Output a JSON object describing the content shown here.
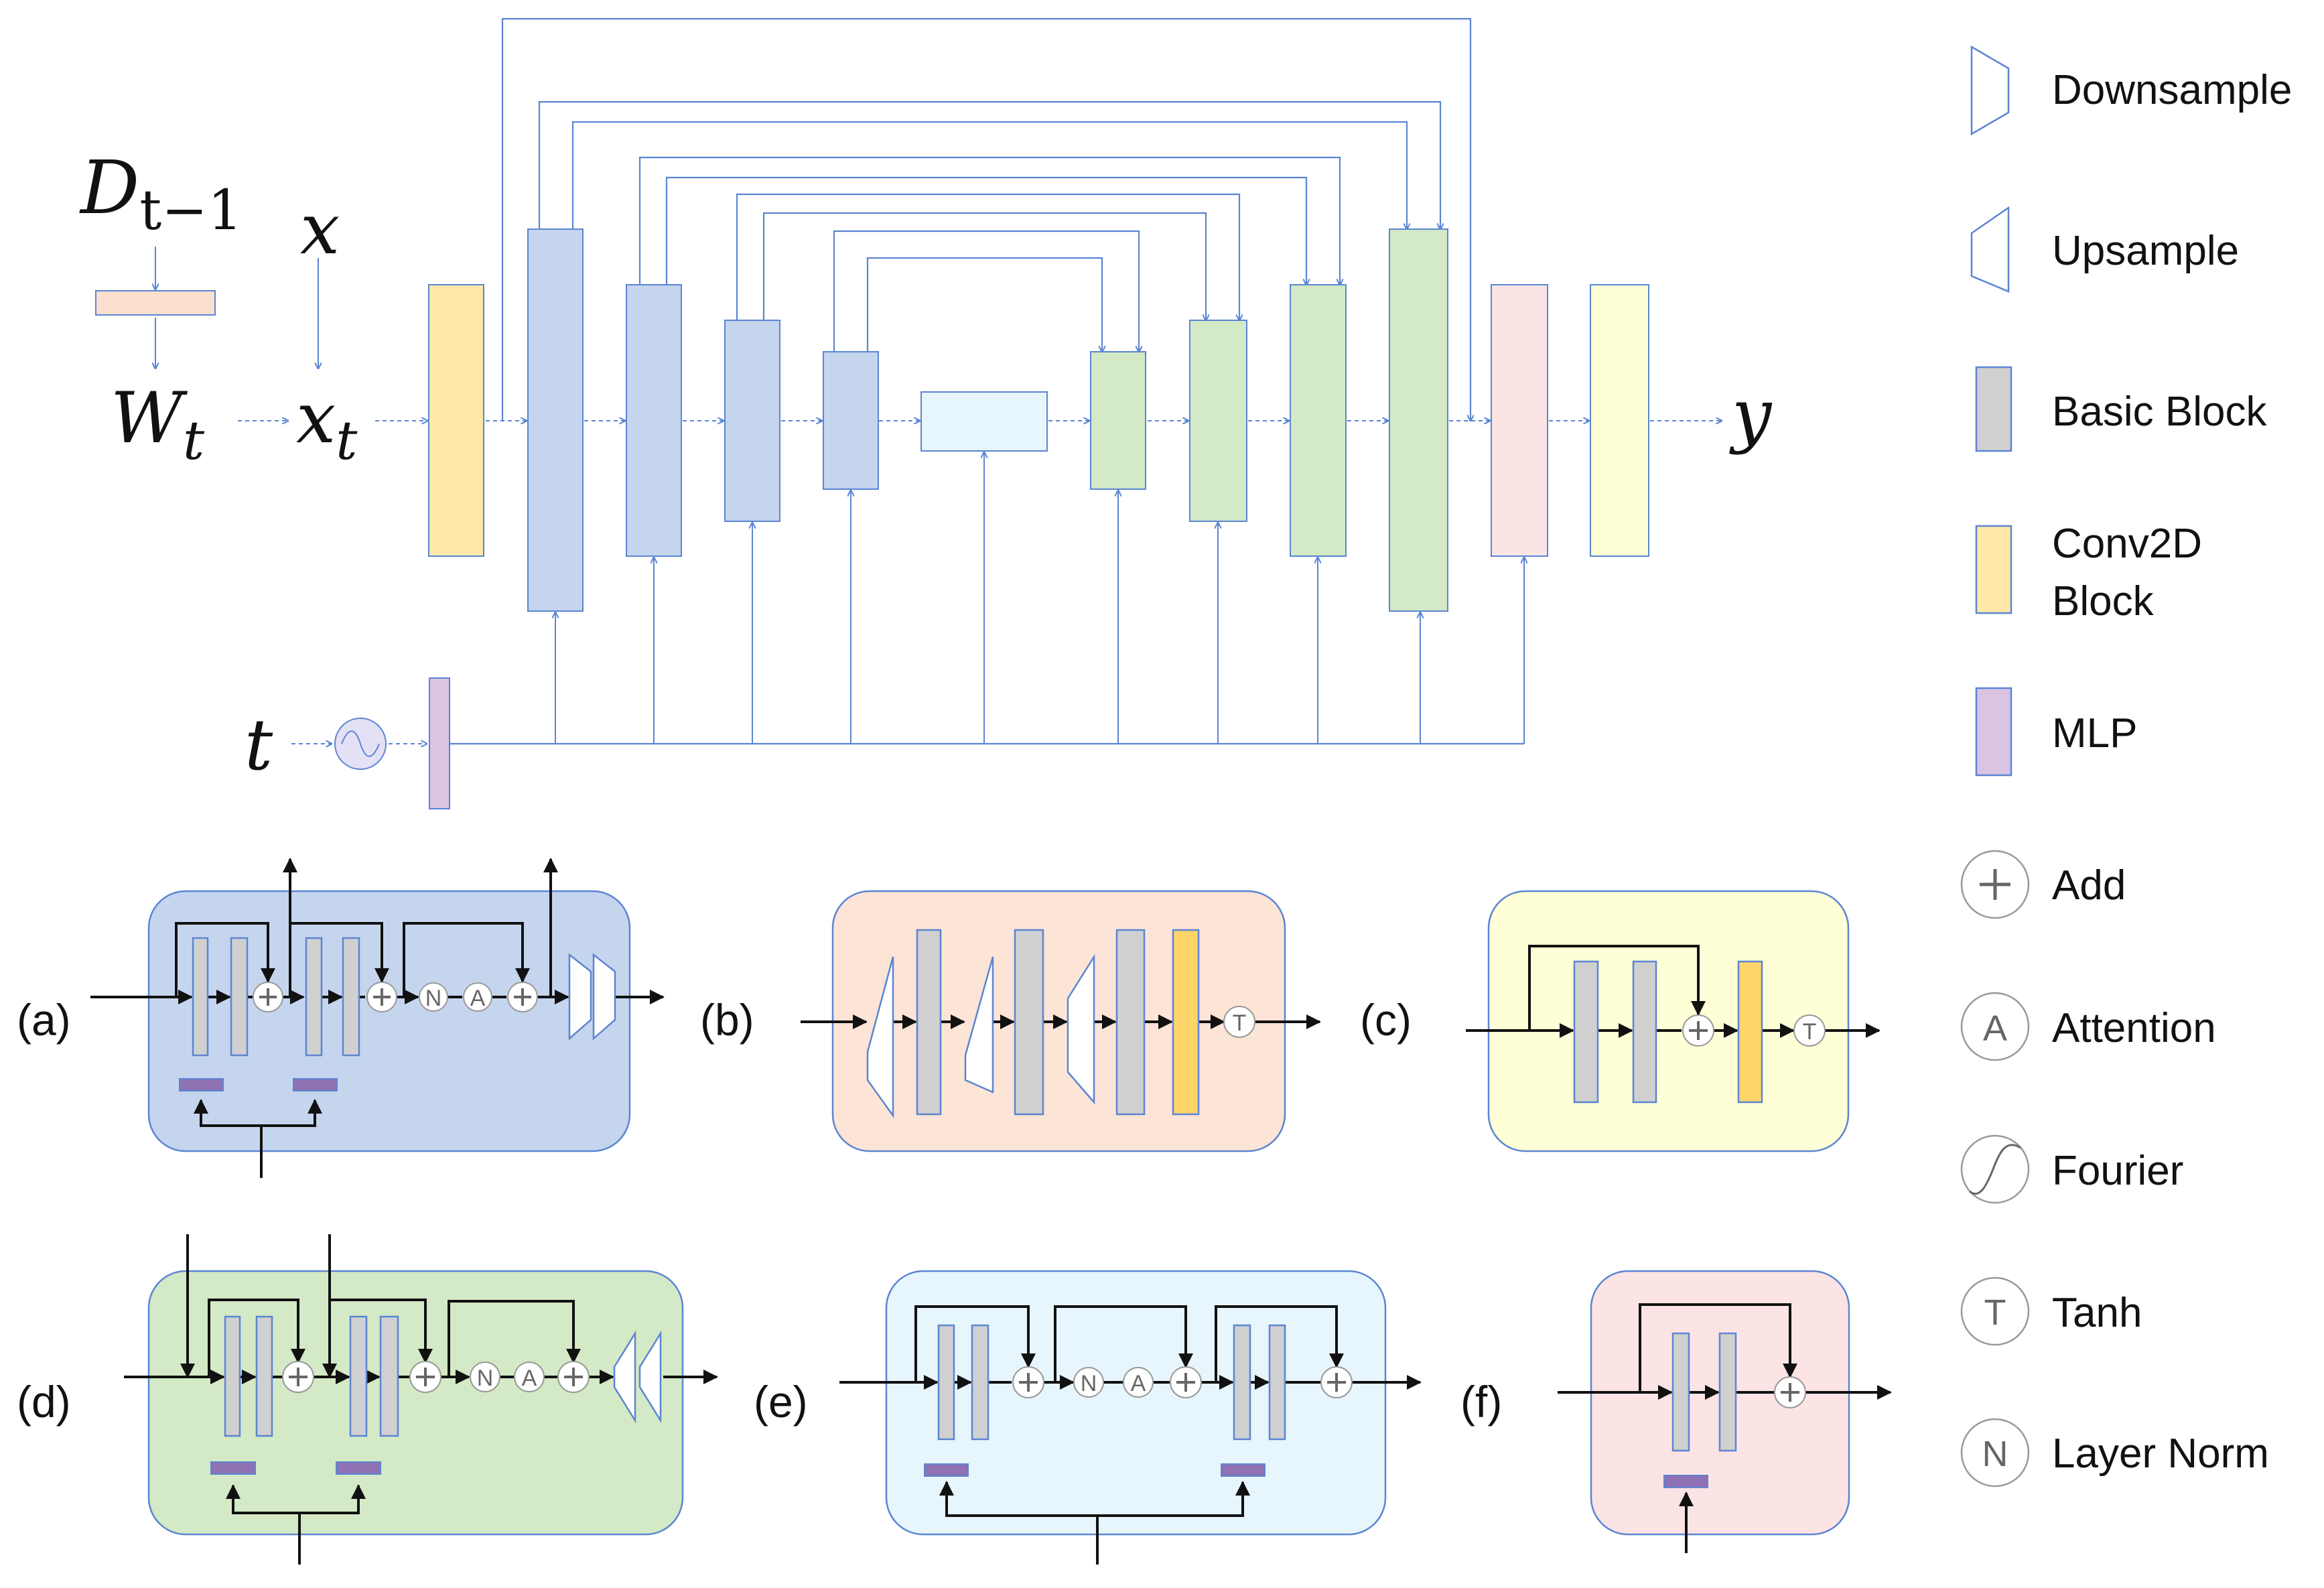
{
  "main": {
    "input_d": "D",
    "input_d_sub": "t−1",
    "input_x": "x",
    "input_w": "W",
    "input_w_sub": "t",
    "input_xt": "x",
    "input_xt_sub": "t",
    "input_t": "t",
    "output_y": "y"
  },
  "legend": {
    "downsample": "Downsample",
    "upsample": "Upsample",
    "basic_block": "Basic Block",
    "conv2d_line1": "Conv2D",
    "conv2d_line2": "Block",
    "mlp": "MLP",
    "add": "Add",
    "attention": "Attention",
    "fourier": "Fourier",
    "tanh": "Tanh",
    "layer_norm": "Layer Norm"
  },
  "symbols": {
    "add": "+",
    "attention": "A",
    "norm": "N",
    "tanh": "T"
  },
  "panels": {
    "a": "(a)",
    "b": "(b)",
    "c": "(c)",
    "d": "(d)",
    "e": "(e)",
    "f": "(f)"
  },
  "colors": {
    "conv2d": "#FFE8A8",
    "down": "#C6D5EE",
    "up": "#D4E9C5",
    "middle": "#E6F6FC",
    "final_block": "#FCE4E4",
    "output_block": "#FEFFD6",
    "mlp": "#D9C4E4",
    "mlp_dark": "#8E72B3",
    "weight_bar": "#FCE0CF",
    "basic": "#D0D0D0",
    "line": "#5B85D3"
  }
}
